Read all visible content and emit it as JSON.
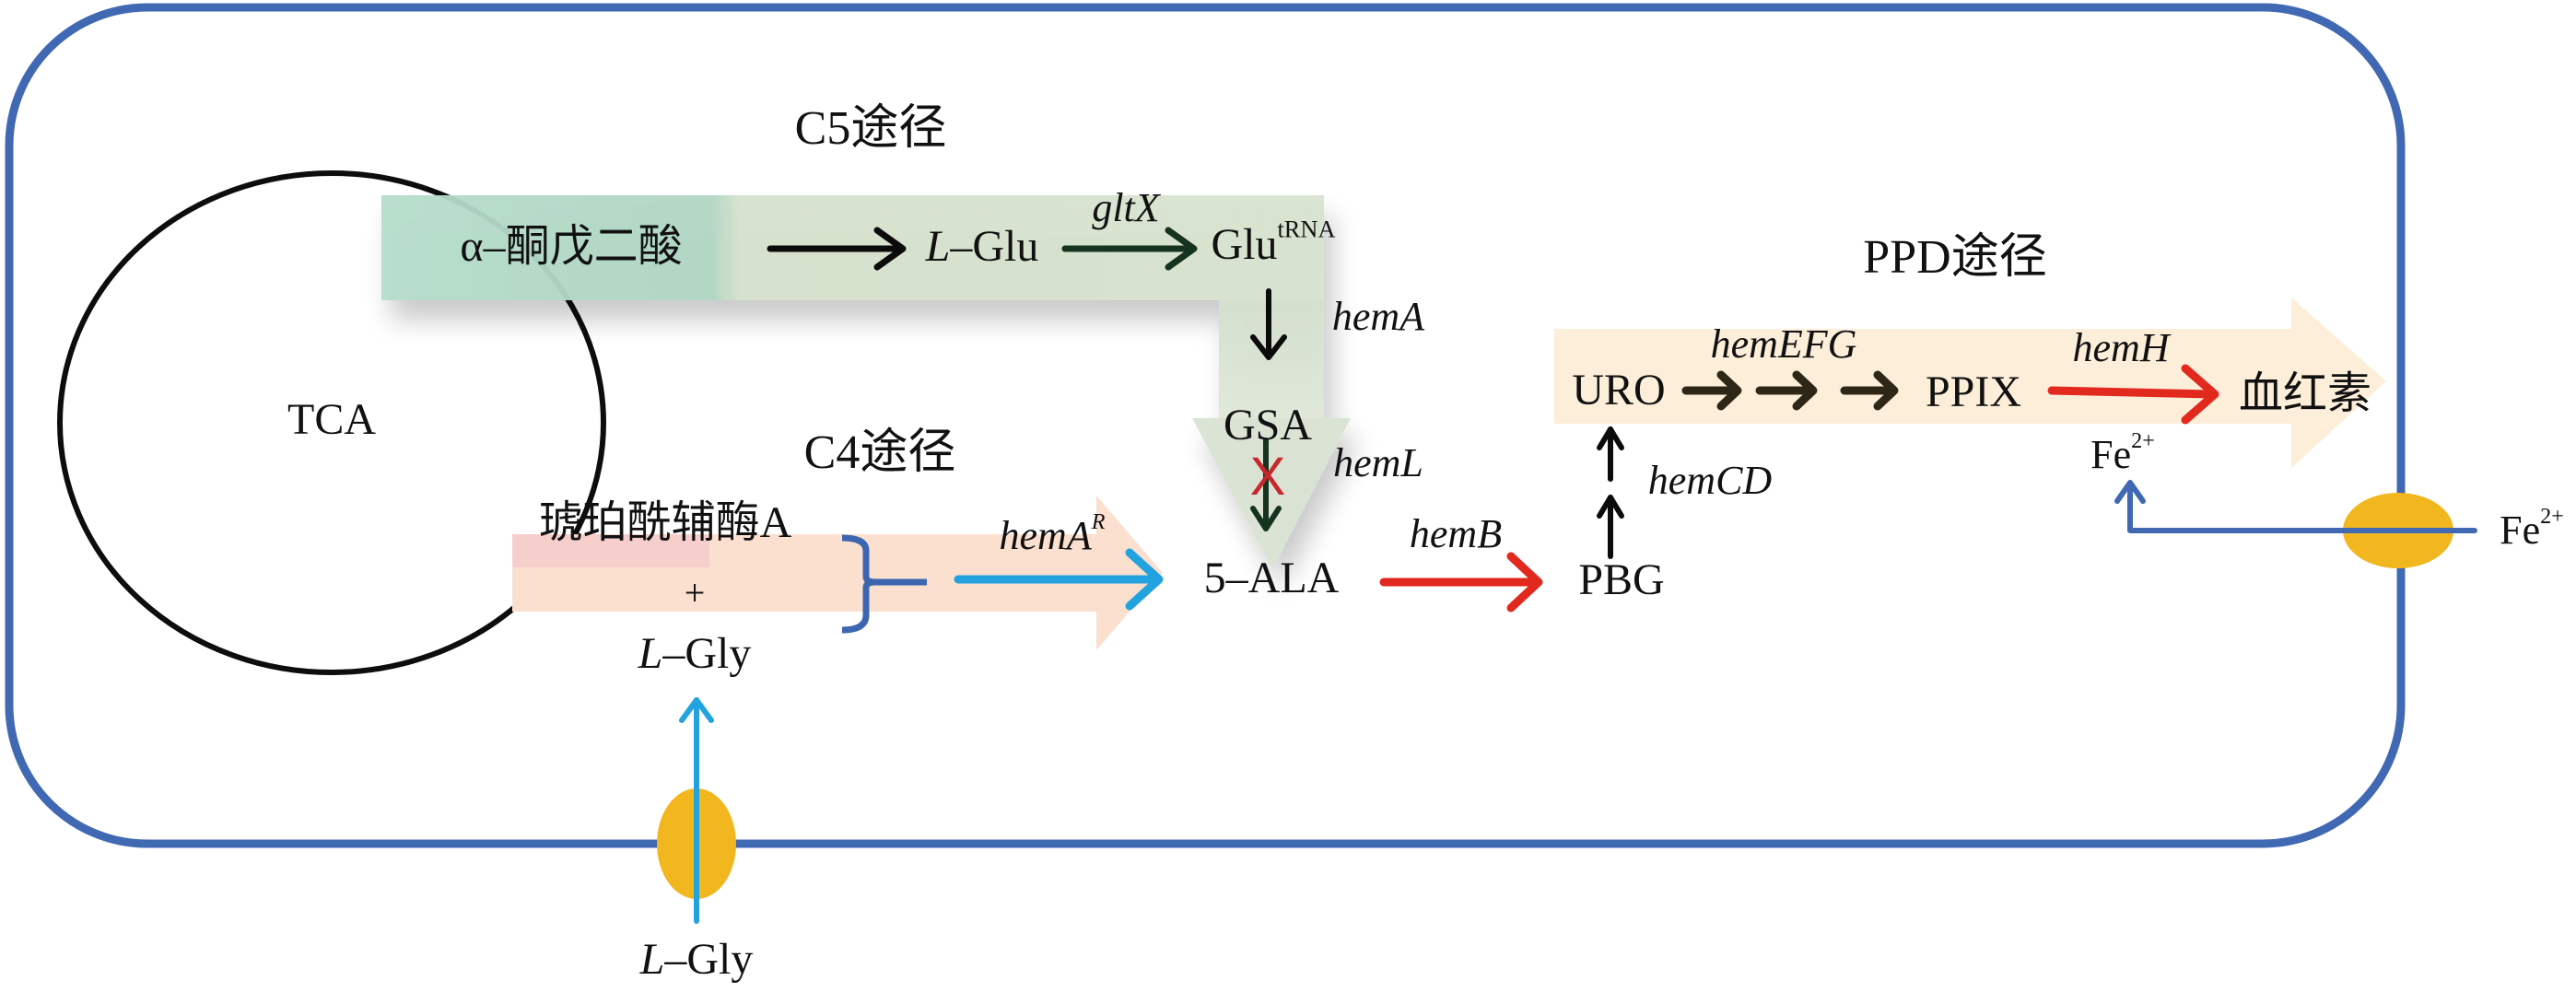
{
  "pathways": {
    "c5_title": "C5途径",
    "c4_title": "C4途径",
    "ppd_title": "PPD途径"
  },
  "cycle": {
    "label": "TCA"
  },
  "metabolites": {
    "akg": "α–酮戊二酸",
    "l_glu_prefix": "L",
    "l_glu_rest": "–Glu",
    "glu_trna_base": "Glu",
    "glu_trna_sup": "tRNA",
    "gsa": "GSA",
    "ala": "5–ALA",
    "succinyl_coa": "琥珀酰辅酶A",
    "plus": "+",
    "l_gly_prefix": "L",
    "l_gly_rest": "–Gly",
    "pbg": "PBG",
    "uro": "URO",
    "ppix": "PPIX",
    "heme": "血红素",
    "fe_base": "Fe",
    "fe_sup": "2+",
    "ext_gly_prefix": "L",
    "ext_gly_rest": "–Gly",
    "ext_fe_base": "Fe",
    "ext_fe_sup": "2+"
  },
  "genes": {
    "gltx": "gltX",
    "hema": "hemA",
    "heml": "hemL",
    "hemar_base": "hemA",
    "hemar_sup": "R",
    "hemb": "hemB",
    "hemcd": "hemCD",
    "hemefg": "hemEFG",
    "hemh": "hemH"
  },
  "annotations": {
    "heml_blocked": "X"
  },
  "colors": {
    "membrane": "#4169b3",
    "transporter": "#f2b71f",
    "c5_band": "#a9d3bf",
    "c4_band": "#fbdccb",
    "ppd_band": "#fdebd3",
    "glycine_import": "#22a2df",
    "hemb_hemh_arrows": "#e2291e",
    "knockout_mark": "#c8272b",
    "c5_arrows": "#163320",
    "ppd_arrows": "#2e2616"
  }
}
